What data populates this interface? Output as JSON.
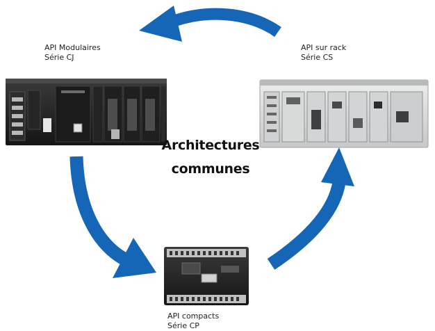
{
  "diagram": {
    "center_title_line1": "Architectures",
    "center_title_line2": "communes",
    "nodes": {
      "modular": {
        "line1": "API Modulaires",
        "line2": "Série CJ"
      },
      "rack": {
        "line1": "API sur rack",
        "line2": "Série CS"
      },
      "compact": {
        "line1": "API compacts",
        "line2": "Série CP"
      }
    }
  },
  "colors": {
    "arrow": "#1566b6",
    "device_dark": "#1e1e1e",
    "device_light": "#d9dadb"
  },
  "icons": [
    "plc-modular-cj",
    "plc-rack-cs",
    "plc-compact-cp",
    "cycle-arrow"
  ]
}
